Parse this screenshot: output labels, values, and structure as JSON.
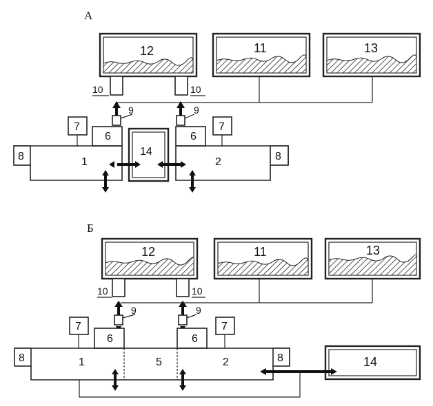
{
  "diagram_a": {
    "title": "А",
    "tank_left": "12",
    "tank_mid": "11",
    "tank_right": "13",
    "reactor_left": "1",
    "reactor_right": "2",
    "left_6": "6",
    "right_6": "6",
    "left_7": "7",
    "right_7": "7",
    "left_8": "8",
    "right_8": "8",
    "left_9": "9",
    "right_9": "9",
    "left_10": "10",
    "right_10": "10",
    "box_14": "14"
  },
  "diagram_b": {
    "title": "Б",
    "tank_left": "12",
    "tank_mid": "11",
    "tank_right": "13",
    "reactor_left": "1",
    "reactor_mid": "5",
    "reactor_right": "2",
    "left_6": "6",
    "right_6": "6",
    "left_7": "7",
    "right_7": "7",
    "left_8": "8",
    "right_8": "8",
    "left_9": "9",
    "right_9": "9",
    "left_10": "10",
    "right_10": "10",
    "box_14": "14"
  }
}
